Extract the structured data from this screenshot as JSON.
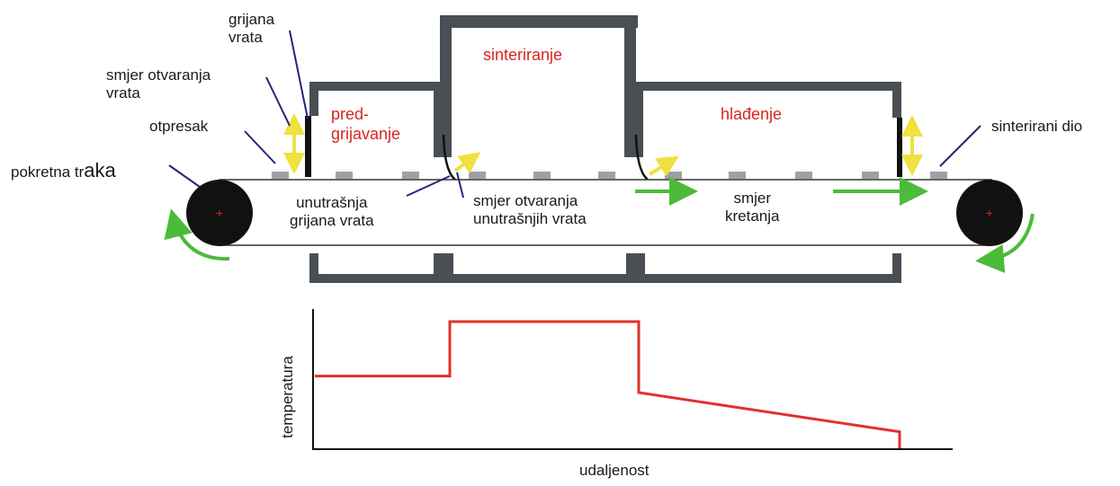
{
  "labels": {
    "heated_door": [
      "grijana",
      "vrata"
    ],
    "door_open_direction": [
      "smjer otvaranja",
      "vrata"
    ],
    "compact": "otpresak",
    "belt_prefix": "pokretna tr",
    "belt_suffix": "aka",
    "inner_heated_door": [
      "unutrašnja",
      "grijana vrata"
    ],
    "inner_door_open_direction": [
      "smjer otvaranja",
      "unutrašnjih vrata"
    ],
    "movement_direction": [
      "smjer",
      "kretanja"
    ],
    "sintered_part": "sinterirani dio"
  },
  "zones": {
    "preheating": [
      "pred-",
      "grijavanje"
    ],
    "sintering": "sinteriranje",
    "cooling": "hlađenje"
  },
  "chart_data": {
    "type": "line",
    "xlabel": "udaljenost",
    "ylabel": "temperatura",
    "series": [
      {
        "x": [
          0,
          150,
          150,
          360,
          360,
          650,
          650
        ],
        "y": [
          57,
          57,
          100,
          100,
          44,
          13,
          0
        ]
      }
    ]
  },
  "colors": {
    "furnace": "#4a4f55",
    "chart_line": "#e0312a",
    "zone_text": "#d7261e",
    "arrow_green": "#4cbb3a",
    "arrow_yellow": "#f0e040",
    "pointer": "#22267a",
    "part": "#9ea0a3"
  }
}
